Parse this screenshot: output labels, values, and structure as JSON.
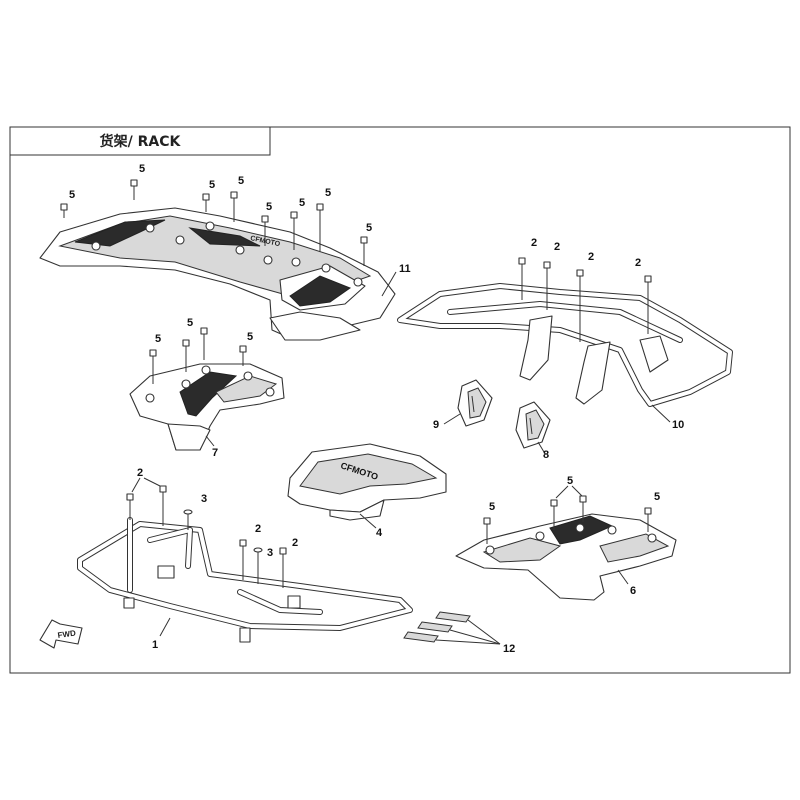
{
  "title": "货架/ RACK",
  "fwd_label": "FWD",
  "brand_label": "CFMOTO",
  "callouts": {
    "p11": "11",
    "p10": "10",
    "p9": "9",
    "p8": "8",
    "p7": "7",
    "p6": "6",
    "p4": "4",
    "p3": "3",
    "p1": "1",
    "p12": "12",
    "s5": "5",
    "s2": "2"
  }
}
